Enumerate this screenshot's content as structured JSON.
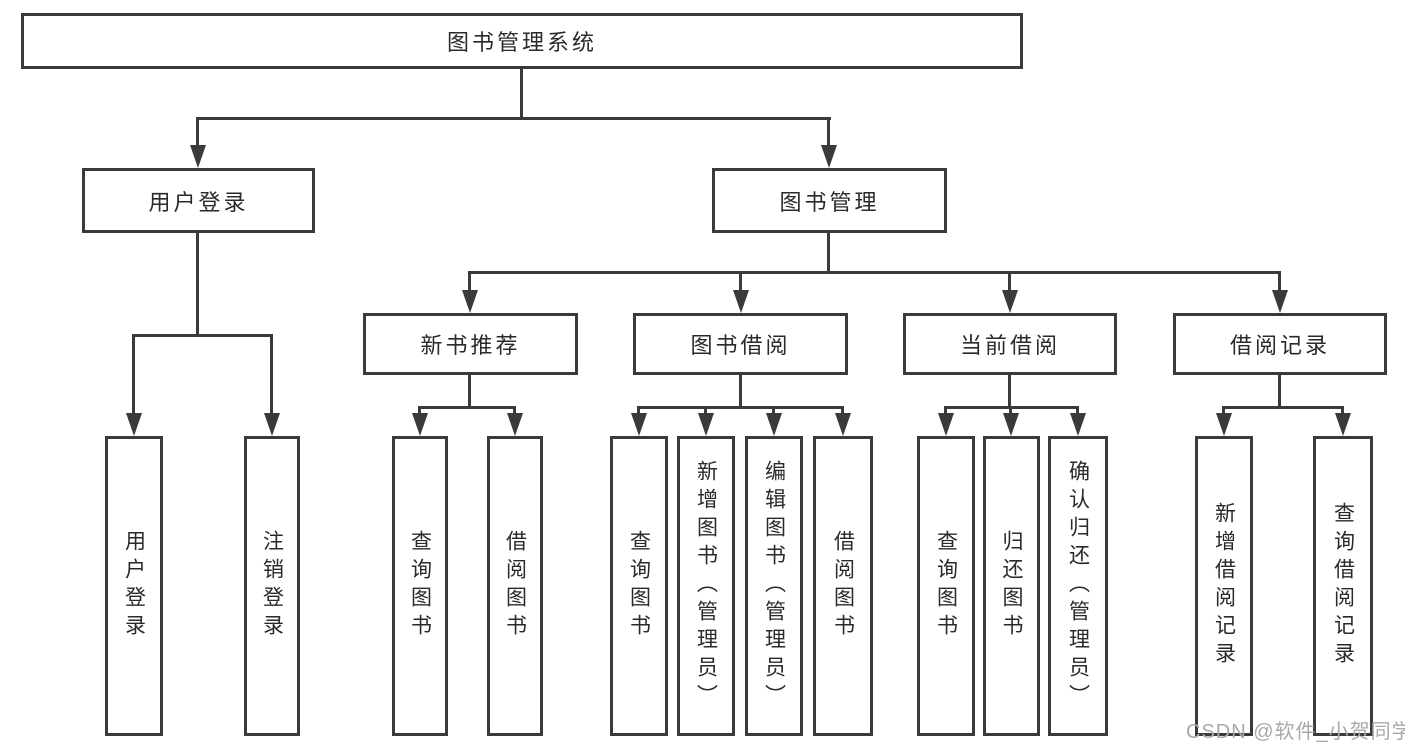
{
  "diagram": {
    "root": {
      "label": "图书管理系统"
    },
    "level2": {
      "user_login": {
        "label": "用户登录"
      },
      "book_mgmt": {
        "label": "图书管理"
      }
    },
    "level3": {
      "new_books": {
        "label": "新书推荐"
      },
      "book_borrow": {
        "label": "图书借阅"
      },
      "current_borrow": {
        "label": "当前借阅"
      },
      "borrow_records": {
        "label": "借阅记录"
      }
    },
    "leaves": {
      "user_login": [
        "用户登录",
        "注销登录"
      ],
      "new_books": [
        "查询图书",
        "借阅图书"
      ],
      "book_borrow": [
        "查询图书",
        "新增图书（管理员）",
        "编辑图书（管理员）",
        "借阅图书"
      ],
      "current_borrow": [
        "查询图书",
        "归还图书",
        "确认归还（管理员）"
      ],
      "borrow_records": [
        "新增借阅记录",
        "查询借阅记录"
      ]
    }
  },
  "watermark": "CSDN @软件_小贺同学",
  "colors": {
    "line": "#3a3a3a",
    "text": "#2a2a2a",
    "watermark": "#a9a9a9"
  }
}
